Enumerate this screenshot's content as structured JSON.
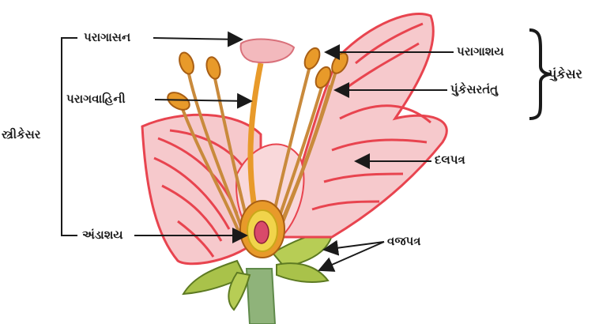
{
  "labels": {
    "stigma": "પરાગાસન",
    "style": "પરાગવાહિની",
    "ovary": "અંડાશય",
    "pistil": "સ્ત્રીકેસર",
    "anther": "પરાગાશય",
    "filament": "પુંકેસરતંતુ",
    "stamen": "પુંકેસર",
    "petal": "દલપત્ર",
    "sepal": "વજપત્ર"
  },
  "colors": {
    "petal_fill": "#f6c9cc",
    "petal_vein": "#e8444f",
    "anther": "#e89a2a",
    "filament": "#c98a3c",
    "ovary": "#f1d44b",
    "sepal": "#a9c24a",
    "stem": "#8fb37a",
    "stigma": "#f3b9bd"
  }
}
